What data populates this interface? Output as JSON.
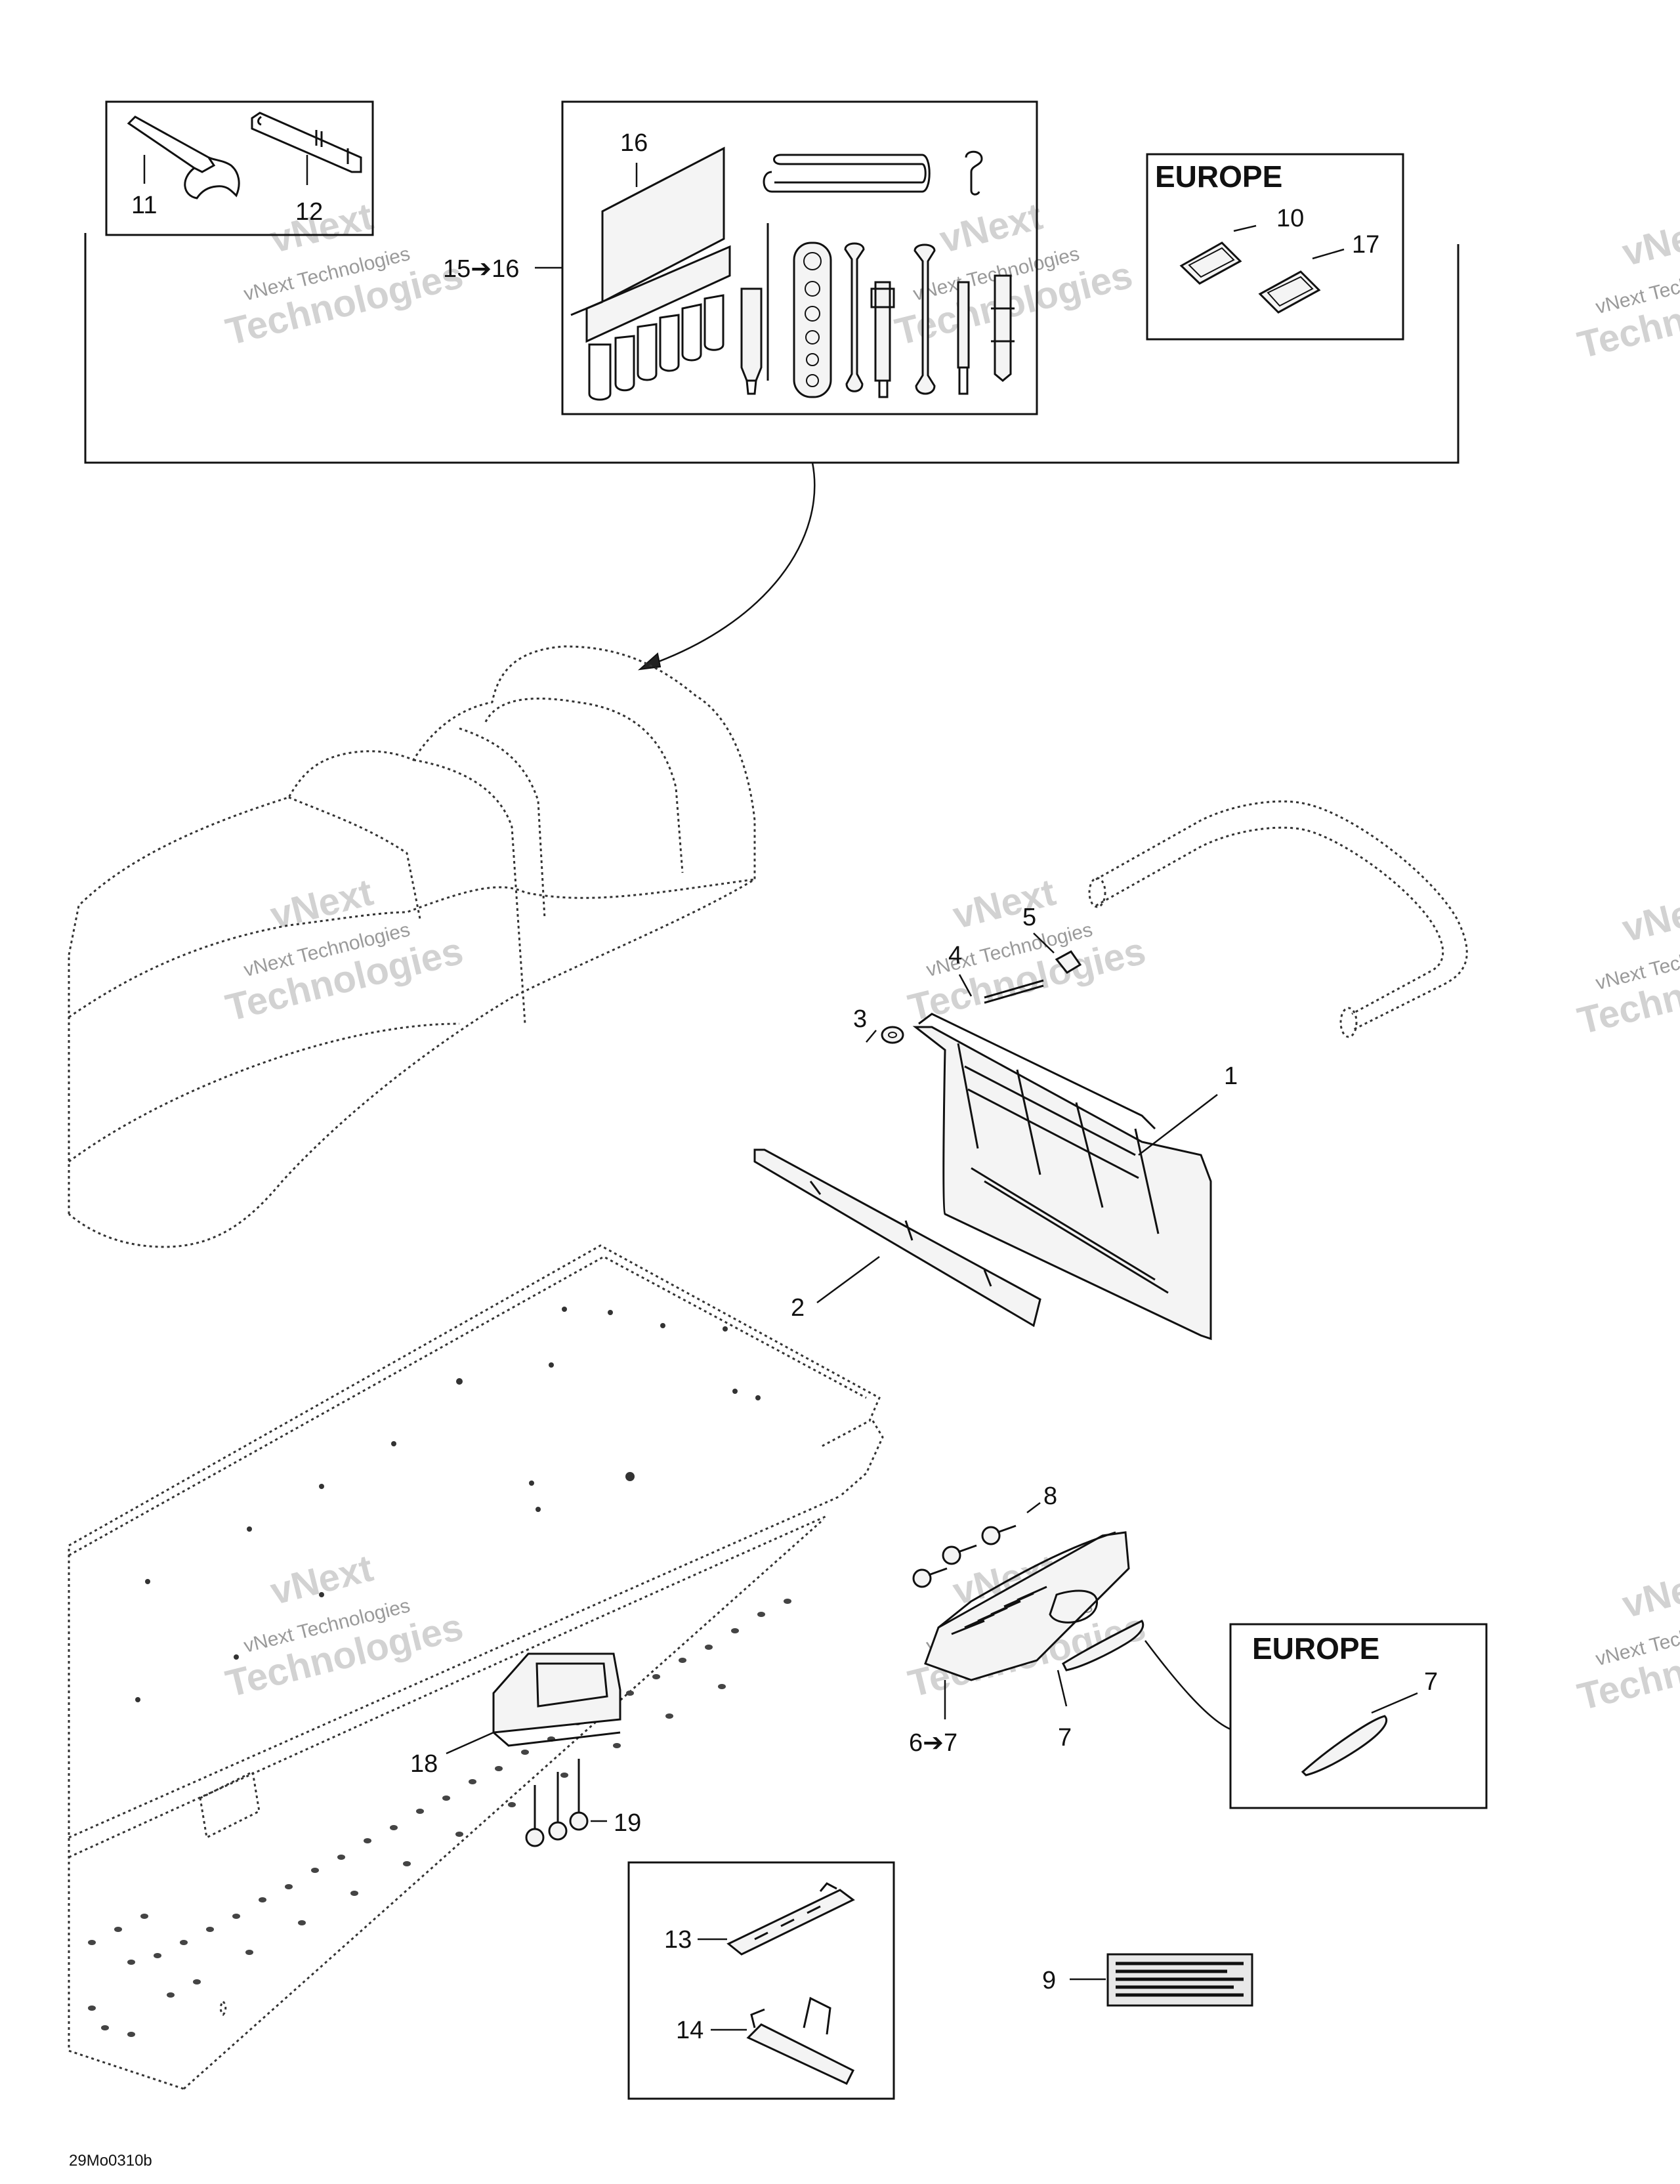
{
  "diagram": {
    "drawing_code": "29Mo0310b",
    "watermark": {
      "line1": "vNext",
      "line2": "vNext Technologies",
      "line3": "Technologies"
    },
    "regions": {
      "europe_top": "EUROPE",
      "europe_bottom": "EUROPE"
    },
    "callouts": {
      "c1": "1",
      "c2": "2",
      "c3": "3",
      "c4": "4",
      "c5": "5",
      "c6_7": "6➔7",
      "c7a": "7",
      "c7b": "7",
      "c8": "8",
      "c9": "9",
      "c10": "10",
      "c11": "11",
      "c12": "12",
      "c13": "13",
      "c14": "14",
      "c15_16": "15➔16",
      "c16": "16",
      "c17": "17",
      "c18": "18",
      "c19": "19"
    }
  }
}
